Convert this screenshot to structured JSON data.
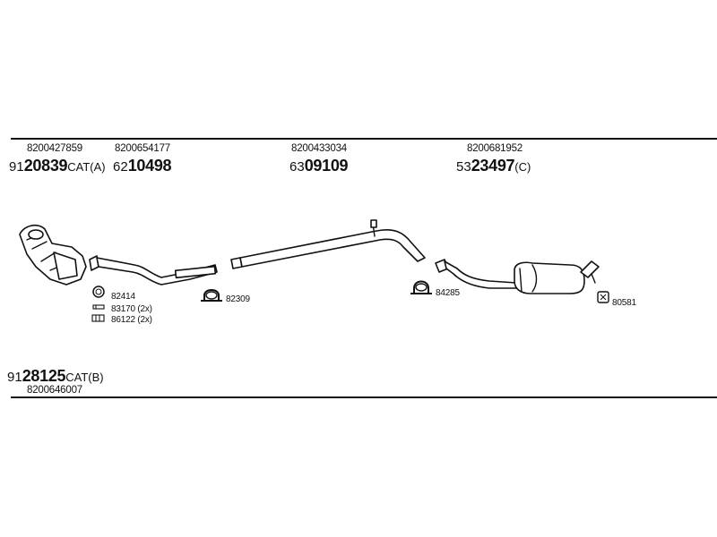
{
  "groups": [
    {
      "oem": "8200427859",
      "prefix": "91",
      "number": "20839",
      "suffix": "CAT(A)"
    },
    {
      "oem": "8200654177",
      "prefix": "62",
      "number": "10498",
      "suffix": ""
    },
    {
      "oem": "8200433034",
      "prefix": "63",
      "number": "09109",
      "suffix": ""
    },
    {
      "oem": "8200681952",
      "prefix": "53",
      "number": "23497",
      "suffix": "(C)"
    }
  ],
  "bottom_group": {
    "oem": "8200646007",
    "prefix": "91",
    "number": "28125",
    "suffix": "CAT(B)"
  },
  "small_parts": [
    {
      "label": "82414"
    },
    {
      "label": "83170 (2x)"
    },
    {
      "label": "86122 (2x)"
    },
    {
      "label": "82309"
    },
    {
      "label": "84285"
    },
    {
      "label": "80581"
    }
  ]
}
